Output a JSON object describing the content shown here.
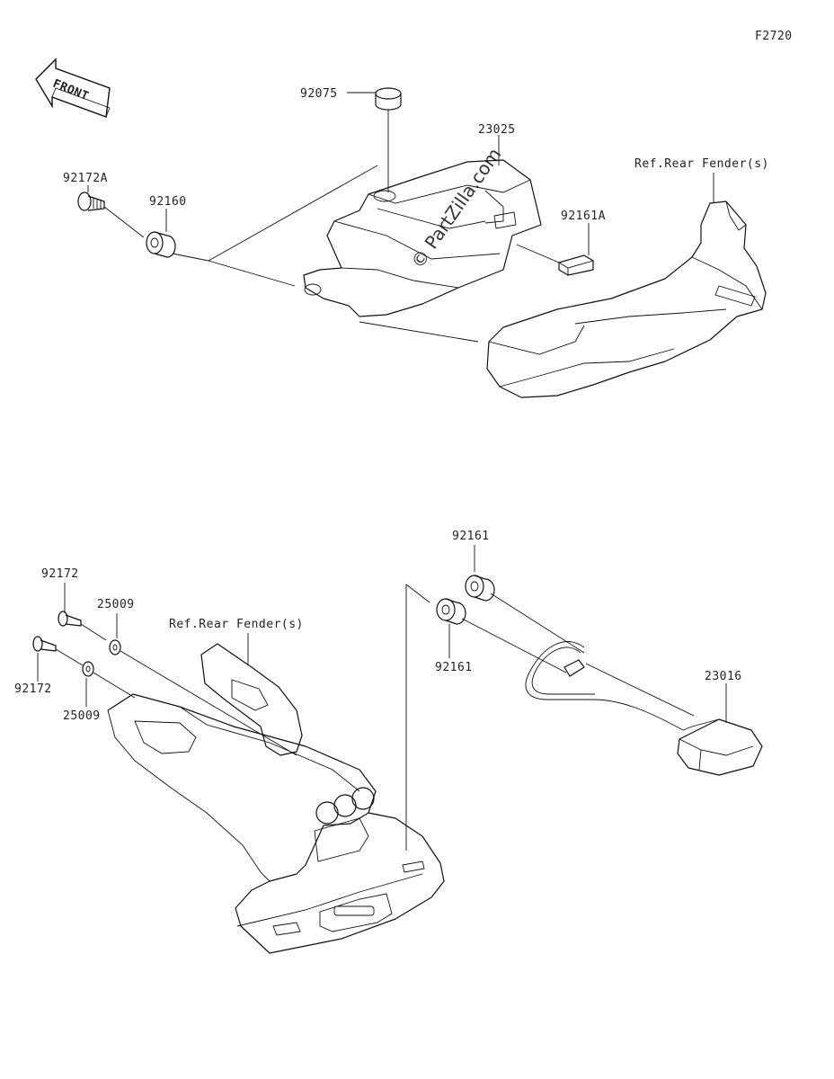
{
  "figure_code": "F2720",
  "front_arrow": {
    "text": "FRONT",
    "icon": "front-direction-arrow-icon"
  },
  "watermark": "© PartZilla.com",
  "labels": {
    "p92075": "92075",
    "p23025": "23025",
    "p92172A": "92172A",
    "p92160": "92160",
    "p92161A": "92161A",
    "ref_rear_fender_top": "Ref.Rear Fender(s)",
    "p92161_top": "92161",
    "p92161_bottom": "92161",
    "p92172_top": "92172",
    "p92172_bottom": "92172",
    "p25009_top": "25009",
    "p25009_bottom": "25009",
    "ref_rear_fender_bottom": "Ref.Rear Fender(s)",
    "p23016": "23016"
  }
}
